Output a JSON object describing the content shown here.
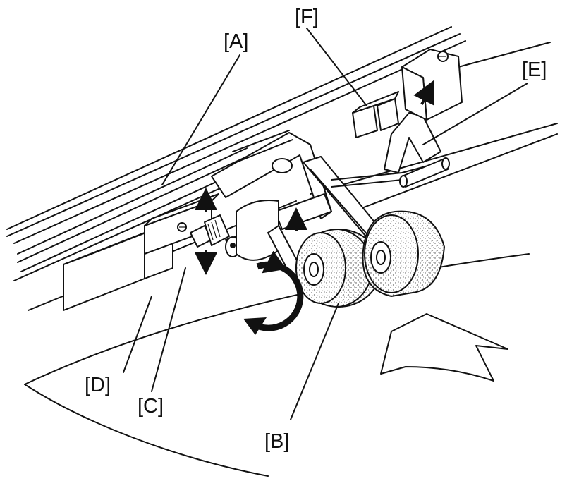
{
  "labels": {
    "a": "[A]",
    "b": "[B]",
    "c": "[C]",
    "d": "[D]",
    "e": "[E]",
    "f": "[F]"
  }
}
